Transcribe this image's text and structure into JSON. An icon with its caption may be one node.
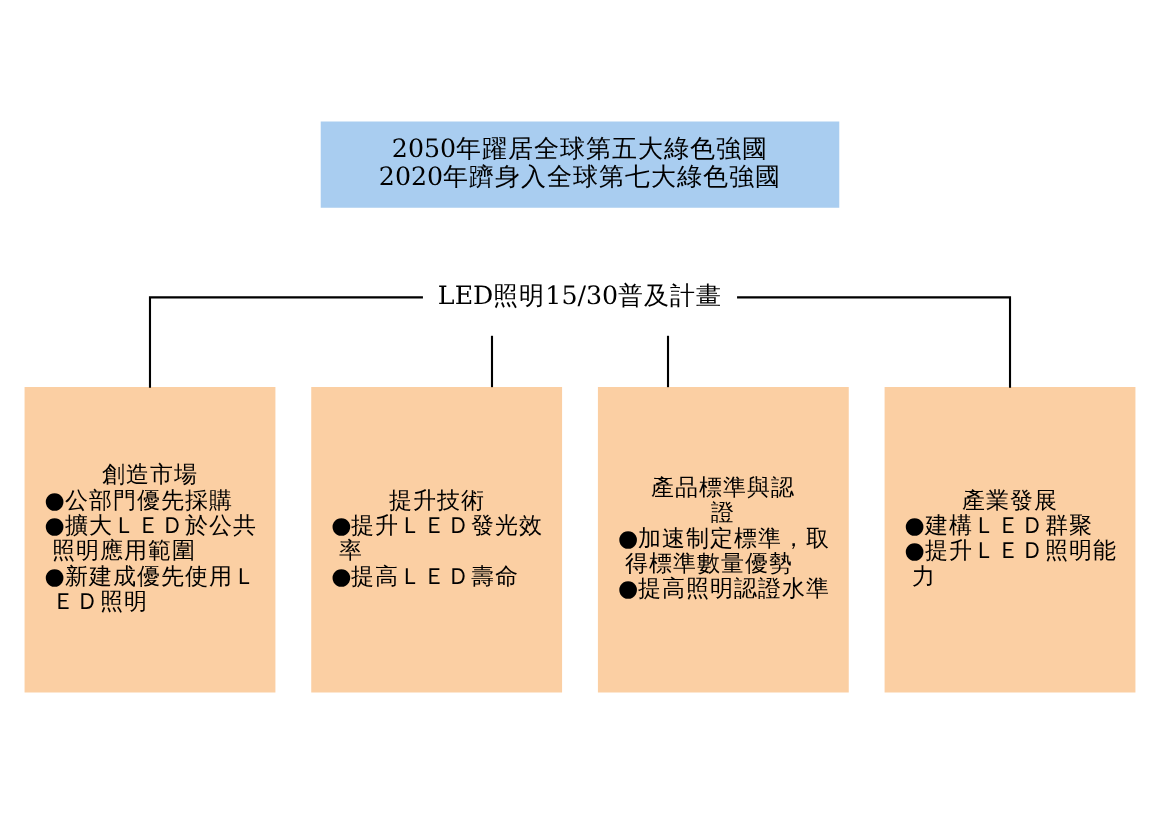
{
  "diagram": {
    "nodes": [
      {
        "text": [
          "2050年躍居全球第五大綠色強國",
          "2020年躋身入全球第七大綠色強國"
        ]
      },
      {
        "text": [
          "LED照明15/30普及計畫"
        ]
      },
      {
        "text": [
          "創造市場",
          "●公部門優先採購",
          "●擴大ＬＥＤ於公共照明應用範圍",
          "●新建成優先使用ＬＥＤ照明"
        ]
      },
      {
        "text": [
          "提升技術",
          "●提升ＬＥＤ發光效率",
          "●提高ＬＥＤ壽命"
        ]
      },
      {
        "text": [
          "產品標準與認證",
          "●加速制定標準，取得標準數量優勢",
          "●提高照明認證水準"
        ]
      },
      {
        "text": [
          "產業發展",
          "●建構ＬＥＤ群聚",
          "●提升ＬＥＤ照明能力"
        ]
      }
    ],
    "edges": [
      {
        "from": 1,
        "to": 2,
        "arrow": "none"
      },
      {
        "from": 1,
        "to": 3,
        "arrow": "none"
      },
      {
        "from": 1,
        "to": 4,
        "arrow": "none"
      },
      {
        "from": 1,
        "to": 5,
        "arrow": "none"
      }
    ]
  }
}
